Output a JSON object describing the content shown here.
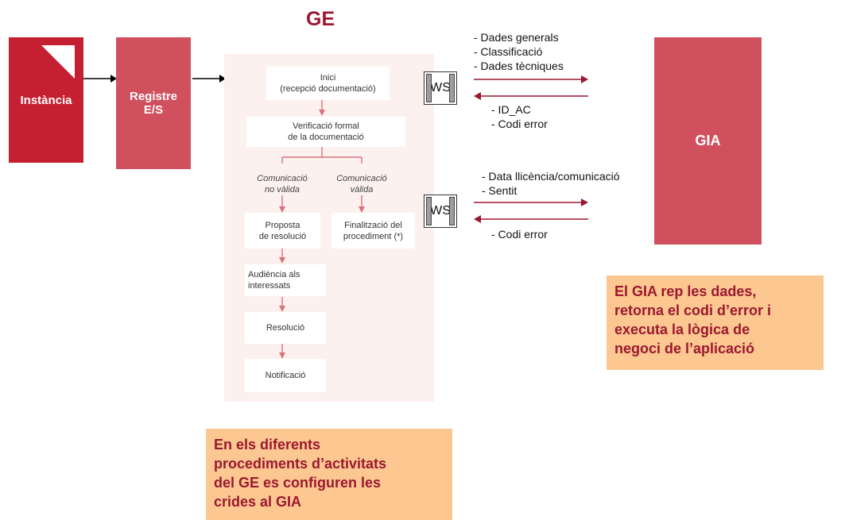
{
  "left_boxes": {
    "instancia": "Instància",
    "registre_line1": "Registre",
    "registre_line2": "E/S"
  },
  "ge": {
    "title": "GE",
    "steps": {
      "inici_line1": "Inici",
      "inici_line2": "(recepció documentació)",
      "verificacio_line1": "Verificació formal",
      "verificacio_line2": "de la documentació",
      "no_valida_line1": "Comunicació",
      "no_valida_line2": "no vàlida",
      "valida_line1": "Comunicació",
      "valida_line2": "vàlida",
      "proposta_line1": "Proposta",
      "proposta_line2": "de resolució",
      "finalitzacio_line1": "Finalització del",
      "finalitzacio_line2": "procediment (*)",
      "audiencia_line1": "Audiència als",
      "audiencia_line2": "interessats",
      "resolucio": "Resolució",
      "notificacio": "Notificació"
    }
  },
  "ws": {
    "top_label": "WS",
    "bottom_label": "WS"
  },
  "top_exchange": {
    "outgoing": [
      "- Dades generals",
      "- Classificació",
      "- Dades tècniques"
    ],
    "incoming": [
      "- ID_AC",
      "- Codi error"
    ]
  },
  "bottom_exchange": {
    "outgoing": [
      "- Data llicència/comunicació",
      "- Sentit"
    ],
    "incoming": [
      "- Codi error"
    ]
  },
  "gia": {
    "label": "GIA"
  },
  "notes": {
    "gia_note": [
      "El GIA rep les dades,",
      "retorna el codi d’error i",
      "executa la lògica de",
      "negoci de l’aplicació"
    ],
    "ge_note": [
      "En els diferents",
      "procediments d’activitats",
      "del GE es configuren les",
      "crides al GIA"
    ]
  },
  "colors": {
    "red_dark": "#c42032",
    "red_light": "#d0505e",
    "title_red": "#9b1830",
    "panel_pink": "#fcf1ef",
    "note_orange": "#fcc790",
    "arrow_pink": "#d9737a",
    "arrow_dark_red": "#9b1830"
  }
}
